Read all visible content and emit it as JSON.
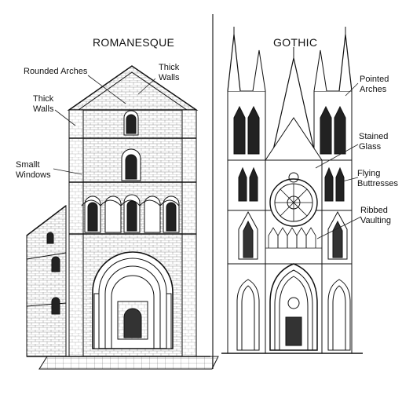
{
  "romanesque": {
    "heading": "ROMANESQUE",
    "labels": {
      "rounded_arches": "Rounded Arches",
      "thick_walls_top": "Thick\nWalls",
      "thick_walls_left": "Thick\nWalls",
      "small_windows": "Smallt\nWindows"
    }
  },
  "gothic": {
    "heading": "GOTHIC",
    "labels": {
      "pointed_arches": "Pointed\nArches",
      "stained_glass": "Stained\nGlass",
      "flying_buttresses": "Flying\nButtresses",
      "ribbed_vaulting": "Ribbed\nVaulting"
    }
  }
}
